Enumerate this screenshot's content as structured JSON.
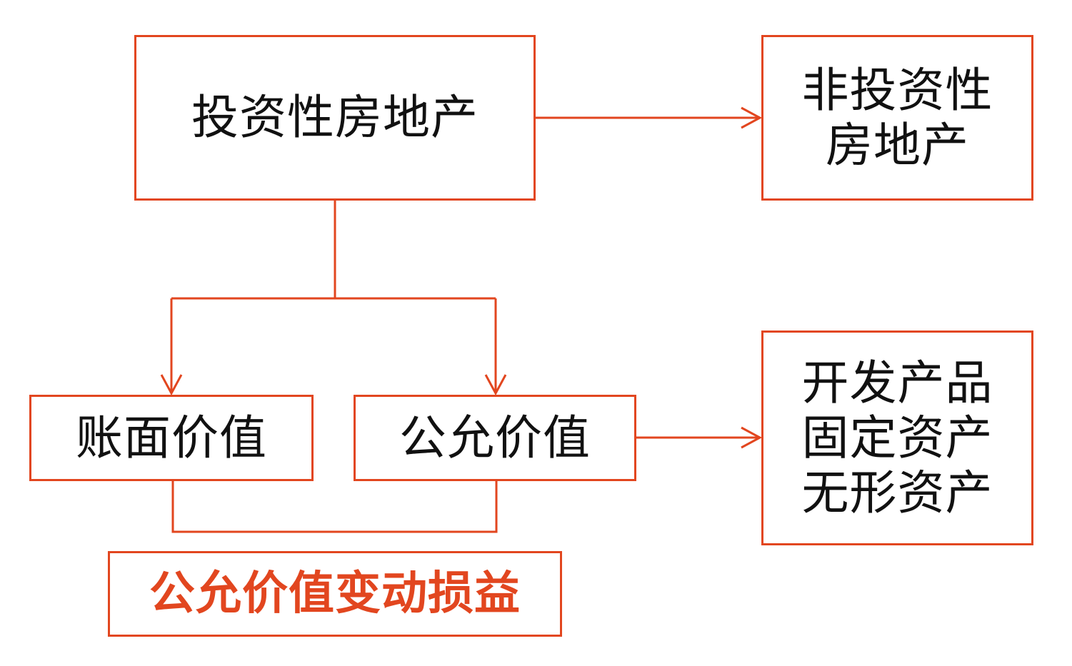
{
  "diagram": {
    "nodes": {
      "investment_property": "投资性房地产",
      "non_investment_property": [
        "非投资性",
        "房地产"
      ],
      "book_value": "账面价值",
      "fair_value": "公允价值",
      "asset_types": [
        "开发产品",
        "固定资产",
        "无形资产"
      ],
      "fair_value_change_gain_loss": "公允价值变动损益"
    },
    "colors": {
      "accent": "#E2461F",
      "text": "#111111",
      "background": "#ffffff"
    }
  }
}
